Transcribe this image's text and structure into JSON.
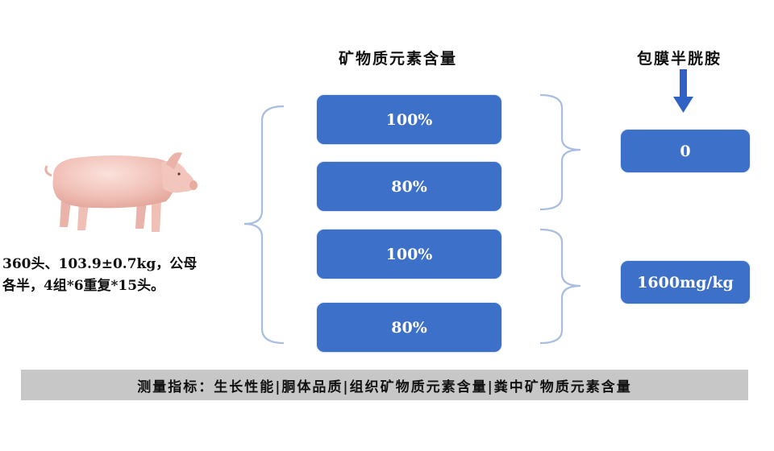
{
  "mineral_title": "矿物质元素含量",
  "choline_title": "包膜半胱胺",
  "mineral_levels": [
    "100%",
    "80%",
    "100%",
    "80%"
  ],
  "choline_levels": [
    "0",
    "1600mg/kg"
  ],
  "subject": {
    "line1": "360头、103.9±0.7kg，公母",
    "line2": "各半，4组*6重复*15头。"
  },
  "measurement": "测量指标：生长性能|胴体品质|组织矿物质元素含量|粪中矿物质元素含量",
  "colors": {
    "box_fill": "#3d70c9",
    "brace_stroke": "#a9bde0",
    "arrow_fill": "#2f62c4",
    "footer_bar": "#c7c7c7"
  },
  "icons": {
    "pig": "pig-illustration",
    "arrow": "arrow-down-icon"
  }
}
